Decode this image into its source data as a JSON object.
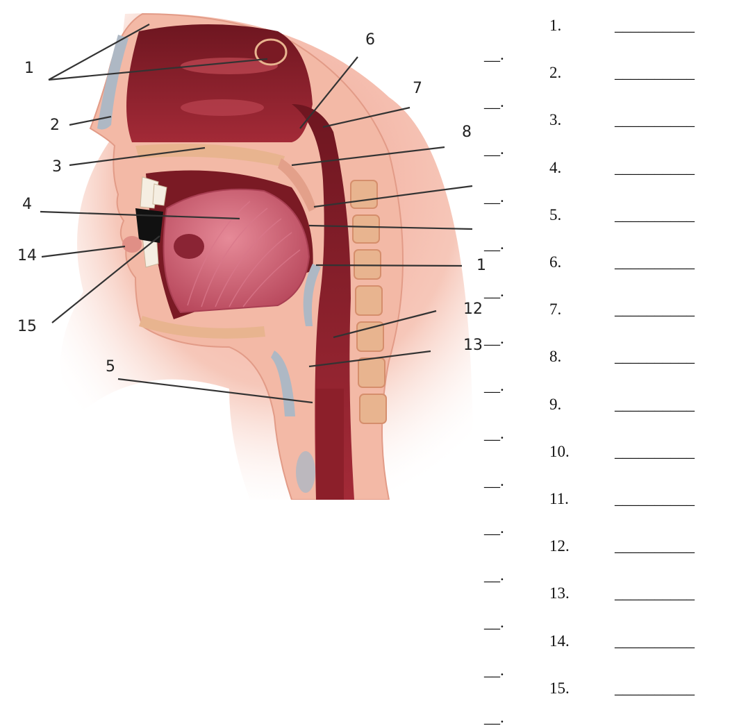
{
  "diagram": {
    "callout_labels": [
      "1",
      "2",
      "3",
      "4",
      "5",
      "6",
      "7",
      "8",
      "1",
      "12",
      "13",
      "14",
      "15"
    ]
  },
  "worksheet": {
    "items": [
      {
        "number": "1.",
        "blank": "__________"
      },
      {
        "number": "2.",
        "blank": "__________"
      },
      {
        "number": "3.",
        "blank": "__________"
      },
      {
        "number": "4.",
        "blank": "__________"
      },
      {
        "number": "5.",
        "blank": "__________"
      },
      {
        "number": "6.",
        "blank": "__________"
      },
      {
        "number": "7.",
        "blank": "__________"
      },
      {
        "number": "8.",
        "blank": "__________"
      },
      {
        "number": "9.",
        "blank": "__________"
      },
      {
        "number": "10.",
        "blank": "__________"
      },
      {
        "number": "11.",
        "blank": "__________"
      },
      {
        "number": "12.",
        "blank": "__________"
      },
      {
        "number": "13.",
        "blank": "__________"
      },
      {
        "number": "14.",
        "blank": "__________"
      },
      {
        "number": "15.",
        "blank": "__________"
      }
    ],
    "line_tail": "__."
  },
  "colors": {
    "skin": "#f3b9a6",
    "cavity": "#8c1f2a",
    "tongue": "#c95b6e",
    "bone": "#e8b48f",
    "cartilage": "#aeb8c4"
  }
}
